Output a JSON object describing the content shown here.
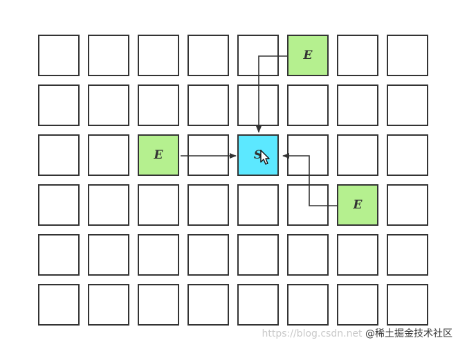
{
  "grid": {
    "rows": 6,
    "cols": 8,
    "cells": [
      {
        "row": 0,
        "col": 5,
        "label": "E",
        "kind": "end"
      },
      {
        "row": 2,
        "col": 2,
        "label": "E",
        "kind": "end"
      },
      {
        "row": 2,
        "col": 4,
        "label": "S",
        "kind": "start"
      },
      {
        "row": 3,
        "col": 6,
        "label": "E",
        "kind": "end"
      }
    ]
  },
  "colors": {
    "start": "#5ce8ff",
    "end": "#b5f08f",
    "default": "#ffffff",
    "border": "#333333",
    "arrow": "#333333"
  },
  "arrows": [
    {
      "from": "end-top",
      "to": "start"
    },
    {
      "from": "end-left",
      "to": "start"
    },
    {
      "from": "end-right",
      "to": "start"
    }
  ],
  "watermark": {
    "faint": "https://blog.csdn.net",
    "strong": "@稀土掘金技术社区"
  }
}
